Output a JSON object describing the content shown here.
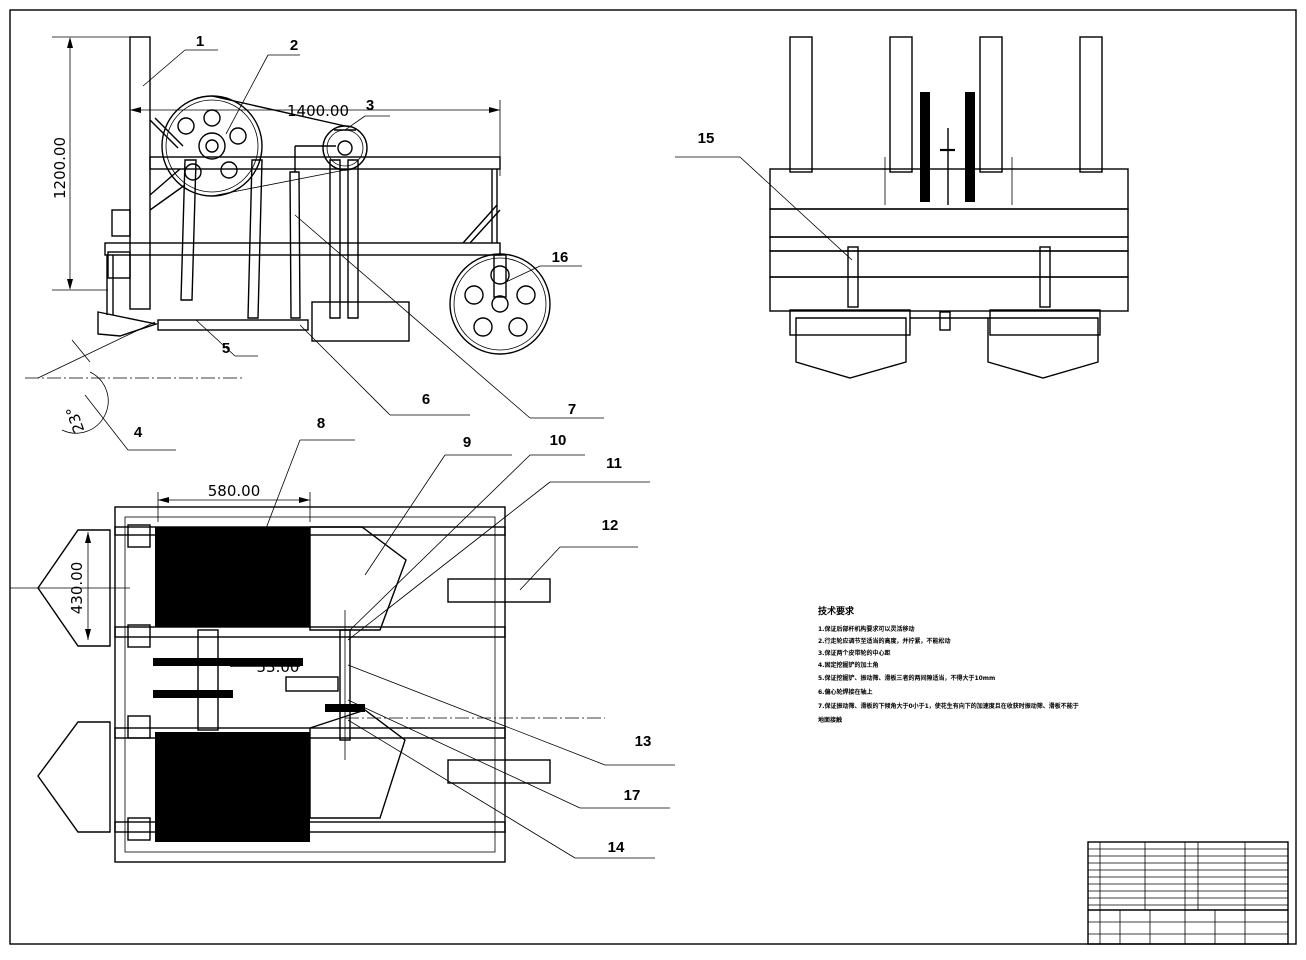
{
  "dimensions": {
    "height_1200": "1200.00",
    "length_1400": "1400.00",
    "angle_23": "23°",
    "width_580": "580.00",
    "width_430": "430.00",
    "offset_53": "53.00"
  },
  "part_labels": [
    "1",
    "2",
    "3",
    "4",
    "5",
    "6",
    "7",
    "8",
    "9",
    "10",
    "11",
    "12",
    "13",
    "14",
    "15",
    "16",
    "17"
  ],
  "technical_requirements": {
    "title": "技术要求",
    "items": [
      "1.保证后部杆机构要求可以灵活移动",
      "2.行走轮应调节至适当的高度，并拧紧，不能松动",
      "3.保证两个皮带轮的中心距",
      "4.固定挖掘铲的加土角",
      "5.保证挖掘铲、振动筛、滑板三者的两间隙适当，不得大于10mm",
      "6.偏心轮焊接在轴上",
      "7.保证振动筛、滑板的下倾角大于0小于1，使花生有向下的加速度且在收获时振动筛、滑板不能于",
      "地面接触"
    ]
  }
}
